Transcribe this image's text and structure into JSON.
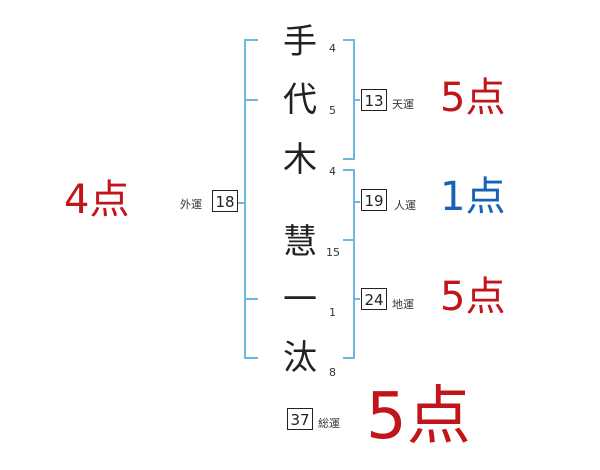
{
  "characters": [
    {
      "char": "手",
      "strokes": "4"
    },
    {
      "char": "代",
      "strokes": "5"
    },
    {
      "char": "木",
      "strokes": "4"
    },
    {
      "char": "慧",
      "strokes": "15"
    },
    {
      "char": "一",
      "strokes": "1"
    },
    {
      "char": "汰",
      "strokes": "8"
    }
  ],
  "fortunes": {
    "gaiun": {
      "label": "外運",
      "value": "18",
      "score": "4点",
      "color": "#c0161a"
    },
    "tenun": {
      "label": "天運",
      "value": "13",
      "score": "5点",
      "color": "#c0161a"
    },
    "jinun": {
      "label": "人運",
      "value": "19",
      "score": "1点",
      "color": "#1662b8"
    },
    "chiun": {
      "label": "地運",
      "value": "24",
      "score": "5点",
      "color": "#c0161a"
    },
    "souun": {
      "label": "総運",
      "value": "37",
      "score": "5点",
      "color": "#c0161a"
    }
  },
  "bracket_color": "#6cb8e0"
}
